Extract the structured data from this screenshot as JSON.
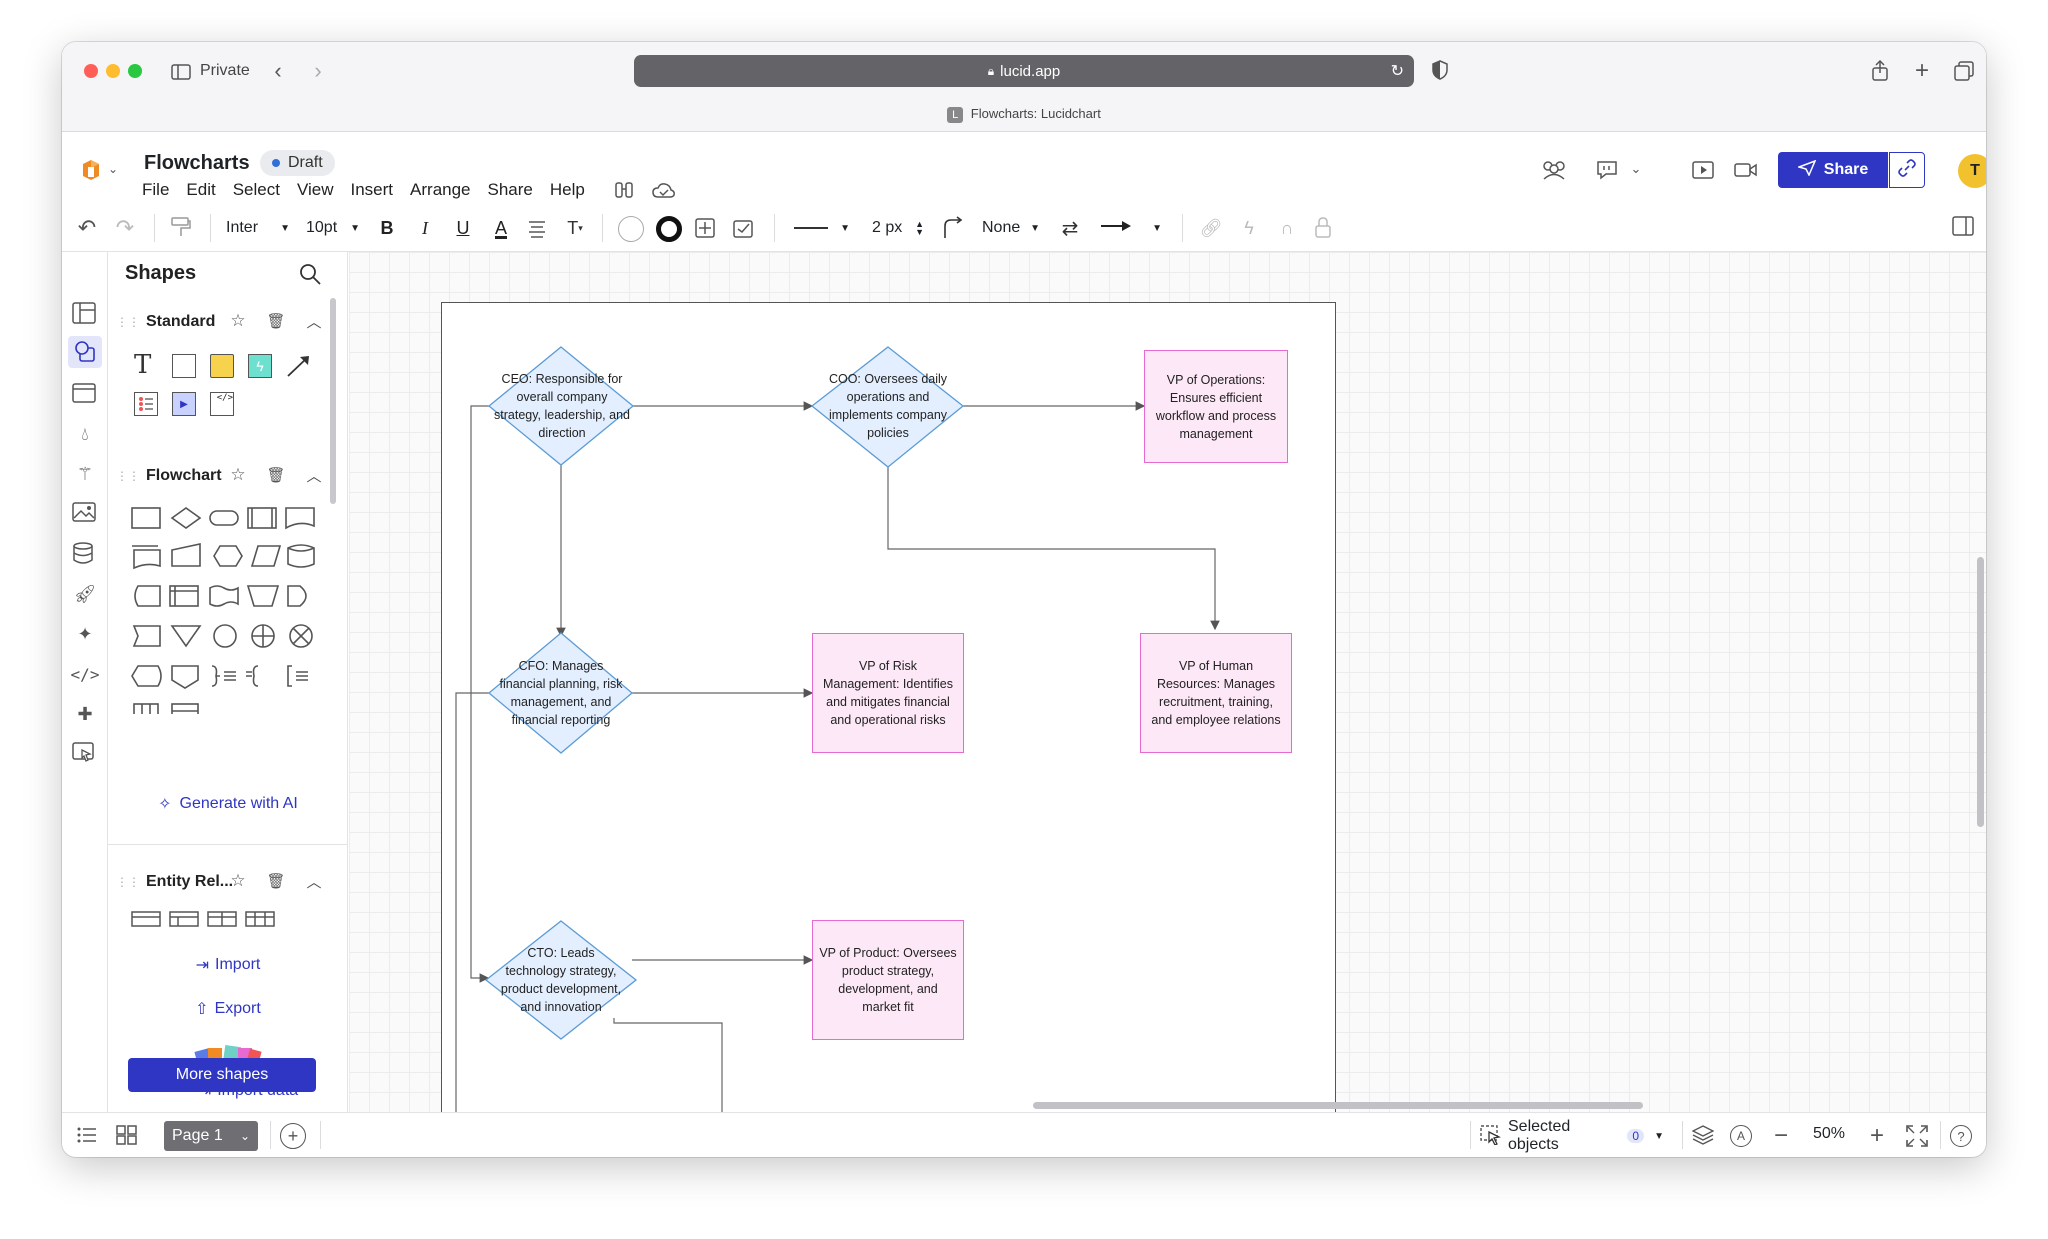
{
  "browser": {
    "mode_label": "Private",
    "url": "lucid.app",
    "tab_title": "Flowcharts: Lucidchart",
    "tab_favicon": "L"
  },
  "app": {
    "doc_title": "Flowcharts",
    "status_badge": "Draft",
    "menu": [
      "File",
      "Edit",
      "Select",
      "View",
      "Insert",
      "Arrange",
      "Share",
      "Help"
    ],
    "share_label": "Share",
    "avatar_initial": "T",
    "accent_color": "#2f36c4"
  },
  "toolbar": {
    "font": "Inter",
    "font_size": "10pt",
    "bold": "B",
    "italic": "I",
    "underline": "U",
    "text_color": "A",
    "line_width": "2 px",
    "arrow_start": "None"
  },
  "shapes_panel": {
    "title": "Shapes",
    "sections": {
      "standard": "Standard",
      "flowchart": "Flowchart",
      "entity": "Entity Rel..."
    },
    "generate_ai": "Generate with AI",
    "import": "Import",
    "export": "Export",
    "more_shapes": "More shapes",
    "import_data": "Import data"
  },
  "diagram": {
    "nodes": {
      "ceo": "CEO: Responsible for overall company strategy, leadership, and direction",
      "coo": "COO: Oversees daily operations and implements company policies",
      "vp_ops": "VP of Operations: Ensures efficient workflow and process management",
      "cfo": "CFO: Manages financial planning, risk management, and financial reporting",
      "vp_risk": "VP of Risk Management: Identifies and mitigates financial and operational risks",
      "vp_hr": "VP of Human Resources: Manages recruitment, training, and employee relations",
      "cto": "CTO: Leads technology strategy, product development, and innovation",
      "vp_product": "VP of Product: Oversees product strategy, development, and market fit"
    },
    "diamond_fill": "#e3efff",
    "diamond_stroke": "#5b9bd5",
    "box_fill": "#fde8f7",
    "box_stroke": "#e66ad0"
  },
  "bottom": {
    "page_name": "Page 1",
    "selected_label": "Selected objects",
    "selected_count": "0",
    "zoom": "50%"
  }
}
